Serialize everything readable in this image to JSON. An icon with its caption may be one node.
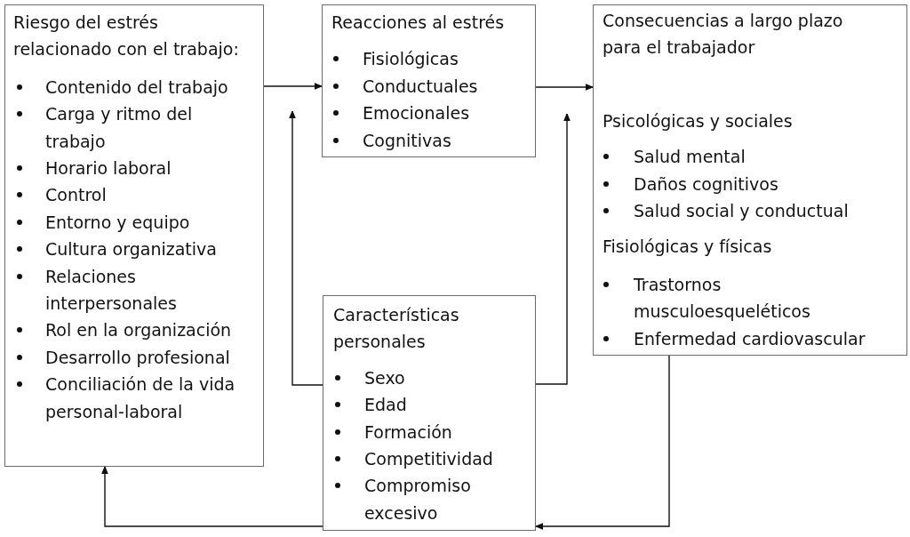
{
  "diagram": {
    "nodes": [
      {
        "text": [
          "Riesgo del estrés relacionado con el trabajo:",
          "Contenido del trabajo",
          "Carga y ritmo del trabajo",
          "Horario laboral",
          "Control",
          "Entorno y equipo",
          "Cultura organizativa",
          "Relaciones interpersonales",
          "Rol en la organización",
          "Desarrollo profesional",
          "Conciliación de la vida personal-laboral"
        ]
      },
      {
        "text": [
          "Reacciones al estrés",
          "Fisiológicas",
          "Conductuales",
          "Emocionales",
          "Cognitivas"
        ]
      },
      {
        "text": [
          "Consecuencias a largo plazo para el trabajador",
          "Psicológicas y sociales",
          "Salud mental",
          "Daños cognitivos",
          "Salud social y conductual",
          "Fisiológicas y físicas",
          "Trastornos musculoesqueléticos",
          "Enfermedad cardiovascular"
        ]
      },
      {
        "text": [
          "Características personales",
          "Sexo",
          "Edad",
          "Formación",
          "Competitividad",
          "Compromiso excesivo"
        ]
      }
    ],
    "edges": [
      {
        "from": 0,
        "to": 1,
        "arrow": "to"
      },
      {
        "from": 1,
        "to": 2,
        "arrow": "to"
      },
      {
        "from": 3,
        "to": null,
        "arrow": "to"
      },
      {
        "from": 3,
        "to": null,
        "arrow": "to"
      },
      {
        "from": 2,
        "to": 3,
        "arrow": "to"
      },
      {
        "from": 3,
        "to": 0,
        "arrow": "to"
      }
    ]
  }
}
